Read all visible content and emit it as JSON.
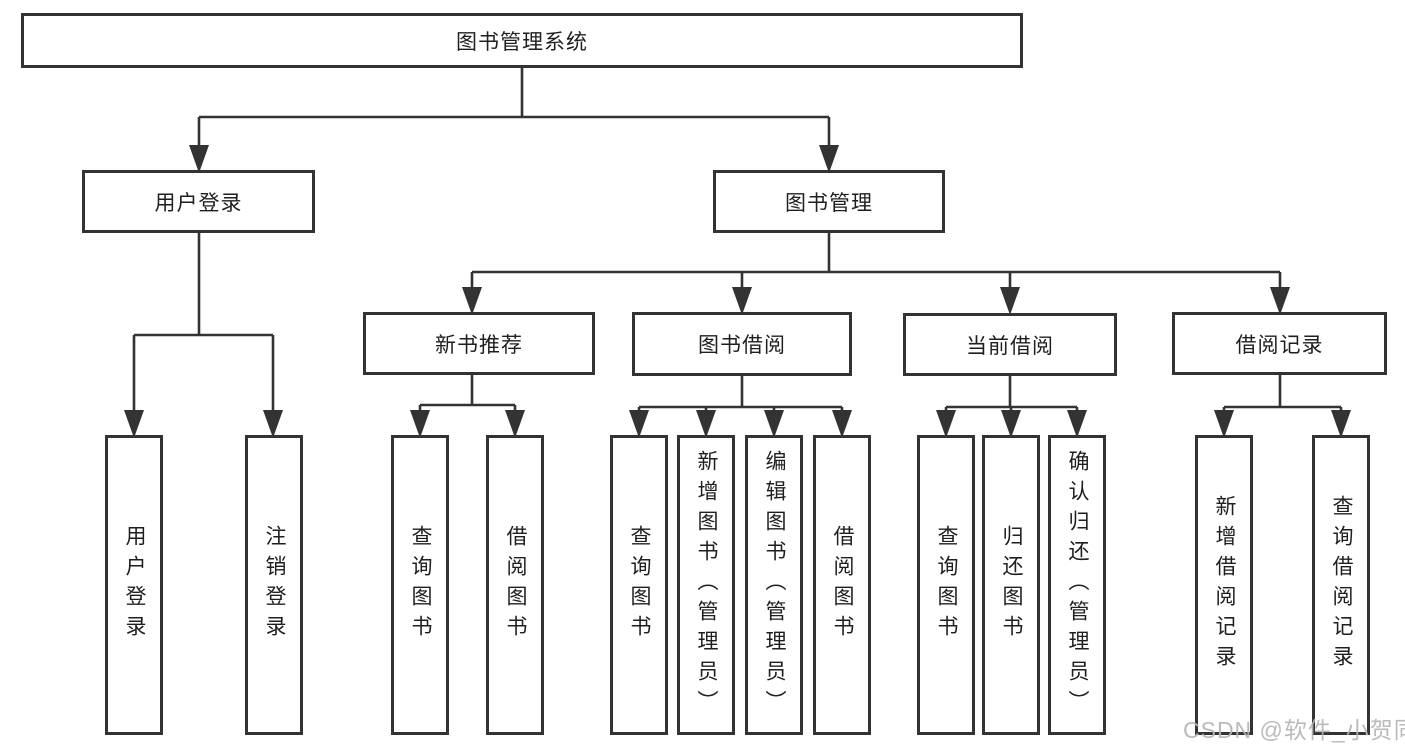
{
  "nodes": {
    "root": {
      "label": "图书管理系统"
    },
    "user_login": {
      "label": "用户登录"
    },
    "book_mgmt": {
      "label": "图书管理"
    },
    "login": {
      "label": "用户登录"
    },
    "logout": {
      "label": "注销登录"
    },
    "new_book": {
      "label": "新书推荐"
    },
    "book_borrow": {
      "label": "图书借阅"
    },
    "current_borrow": {
      "label": "当前借阅"
    },
    "borrow_records": {
      "label": "借阅记录"
    },
    "nb_query": {
      "label": "查询图书"
    },
    "nb_borrow": {
      "label": "借阅图书"
    },
    "bb_query": {
      "label": "查询图书"
    },
    "bb_add": {
      "label": "新增图书（管理员）"
    },
    "bb_edit": {
      "label": "编辑图书（管理员）"
    },
    "bb_borrow": {
      "label": "借阅图书"
    },
    "cb_query": {
      "label": "查询图书"
    },
    "cb_return": {
      "label": "归还图书"
    },
    "cb_confirm": {
      "label": "确认归还（管理员）"
    },
    "br_add": {
      "label": "新增借阅记录"
    },
    "br_query": {
      "label": "查询借阅记录"
    }
  },
  "edges": [
    [
      "root",
      "user_login"
    ],
    [
      "root",
      "book_mgmt"
    ],
    [
      "user_login",
      "login"
    ],
    [
      "user_login",
      "logout"
    ],
    [
      "book_mgmt",
      "new_book"
    ],
    [
      "book_mgmt",
      "book_borrow"
    ],
    [
      "book_mgmt",
      "current_borrow"
    ],
    [
      "book_mgmt",
      "borrow_records"
    ],
    [
      "new_book",
      "nb_query"
    ],
    [
      "new_book",
      "nb_borrow"
    ],
    [
      "book_borrow",
      "bb_query"
    ],
    [
      "book_borrow",
      "bb_add"
    ],
    [
      "book_borrow",
      "bb_edit"
    ],
    [
      "book_borrow",
      "bb_borrow"
    ],
    [
      "current_borrow",
      "cb_query"
    ],
    [
      "current_borrow",
      "cb_return"
    ],
    [
      "current_borrow",
      "cb_confirm"
    ],
    [
      "borrow_records",
      "br_add"
    ],
    [
      "borrow_records",
      "br_query"
    ]
  ],
  "watermark": {
    "text": "CSDN @软件_小贺同学"
  },
  "colors": {
    "line": "#333333",
    "text": "#1f1f1f",
    "background": "#ffffff",
    "watermark": "#b5b5b5"
  }
}
